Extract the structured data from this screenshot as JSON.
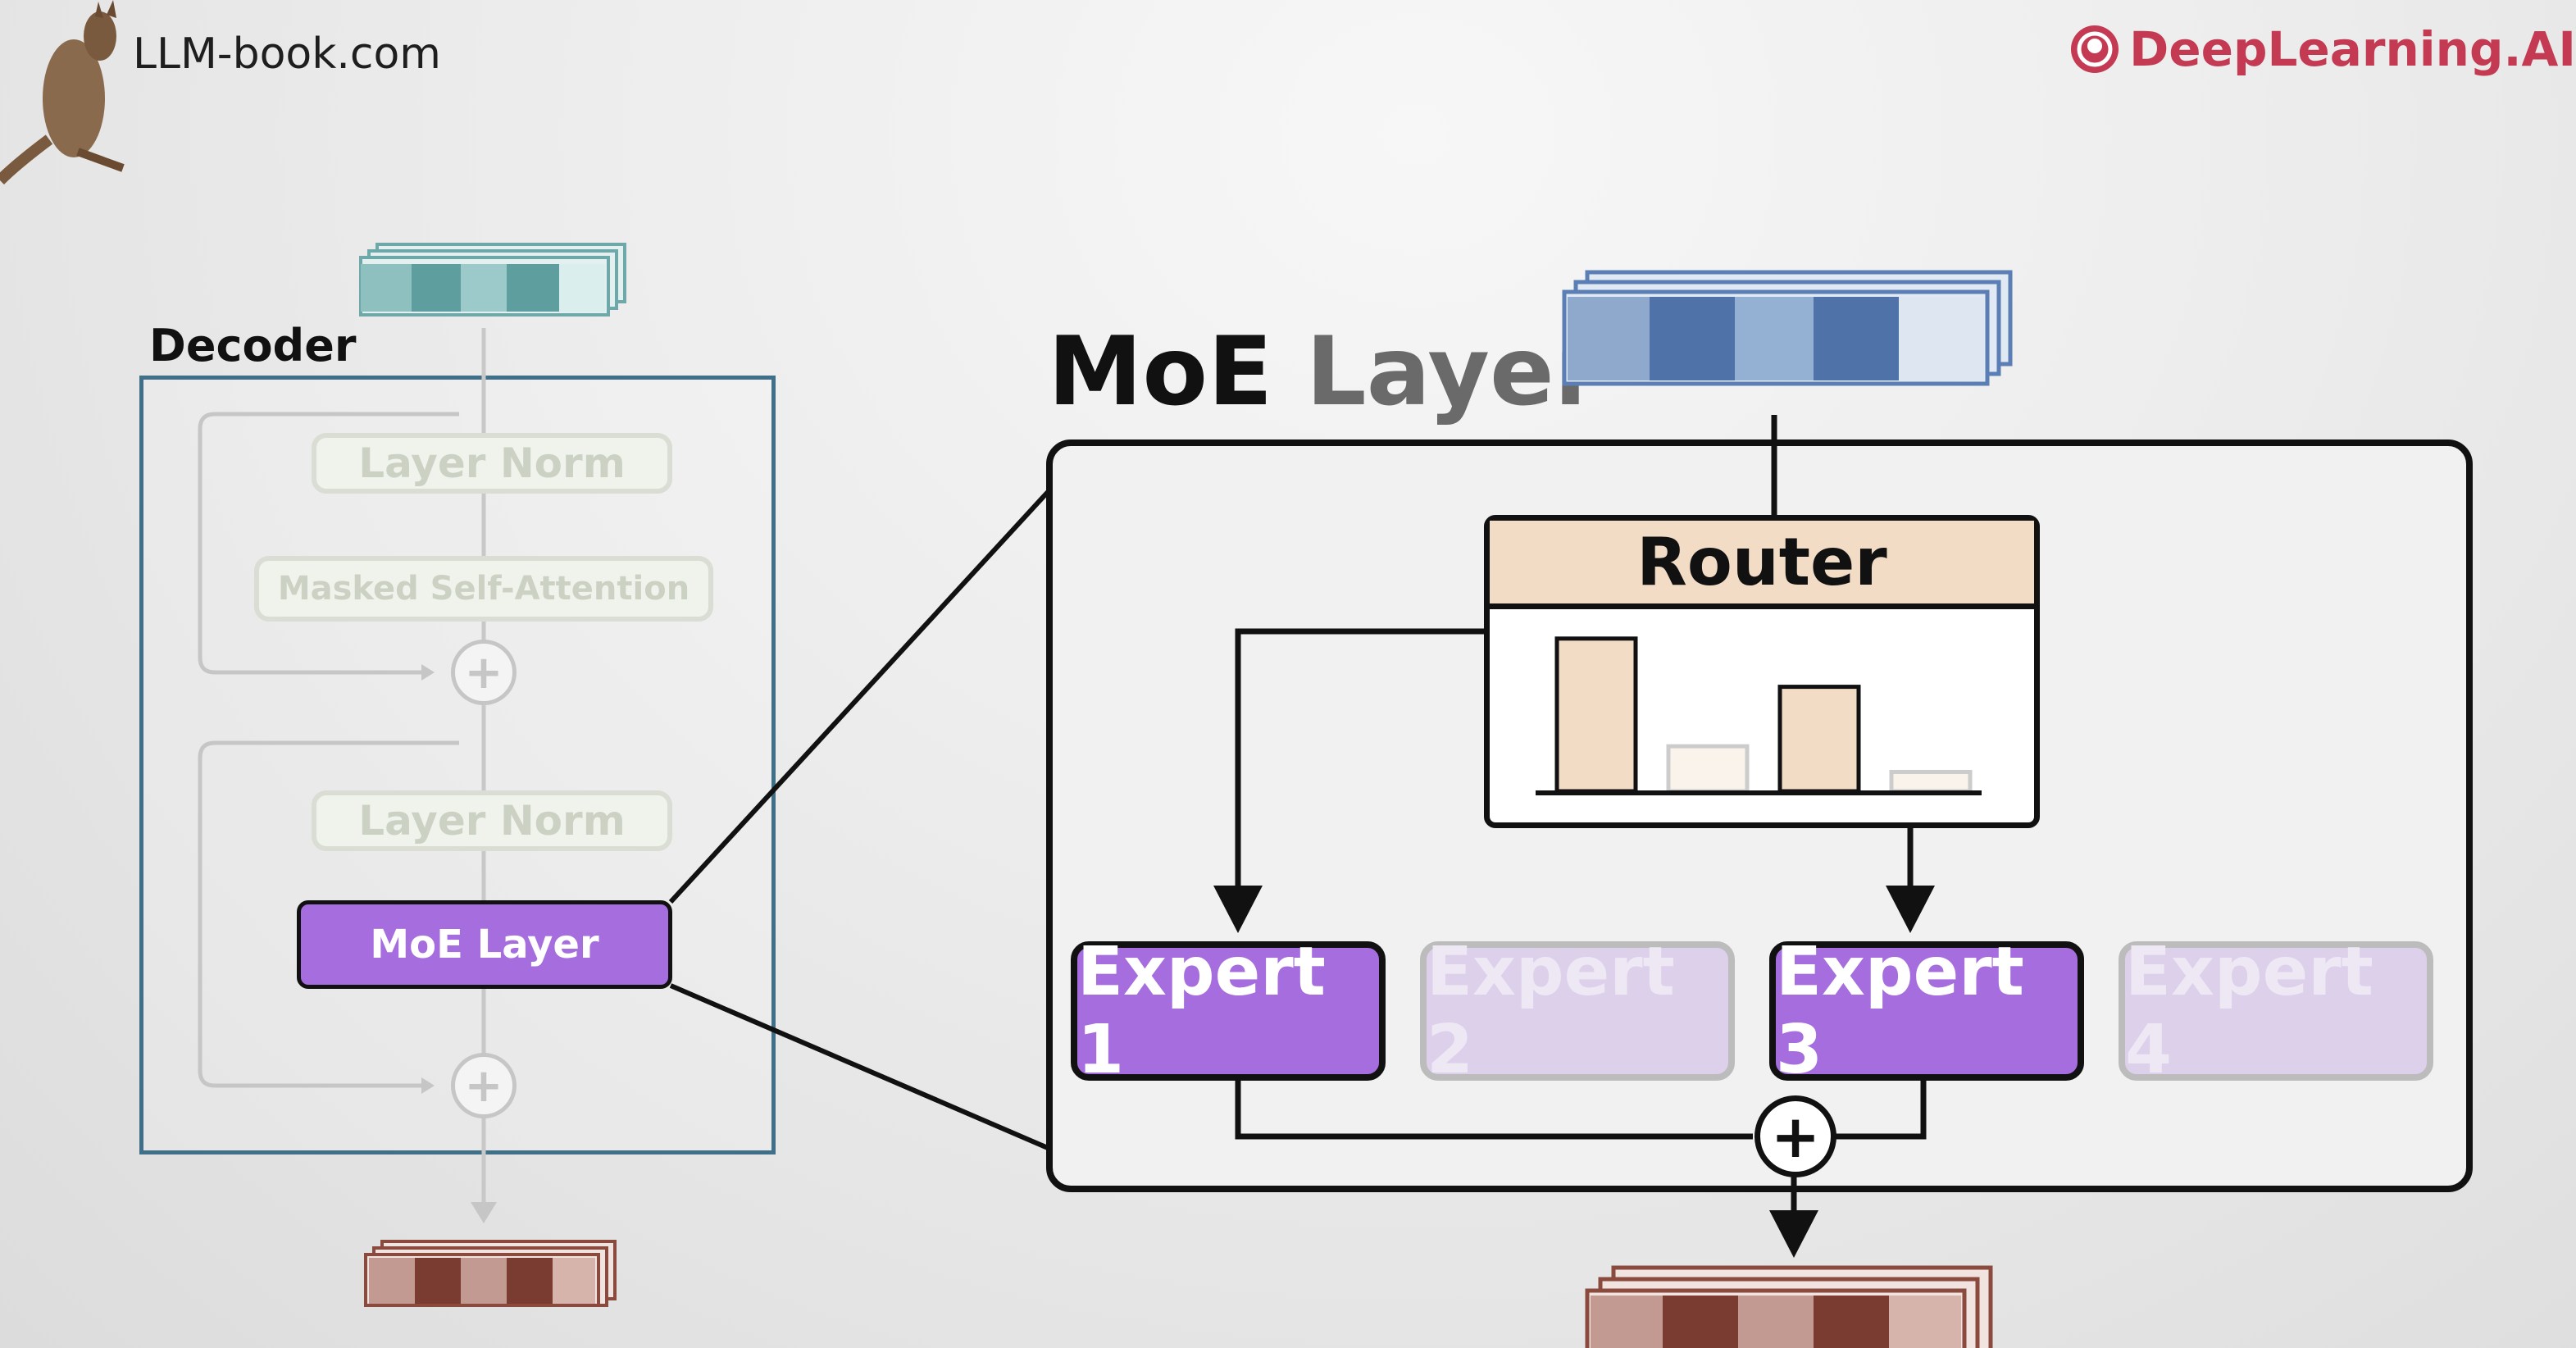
{
  "header": {
    "site_label": "LLM-book.com",
    "brand_label": "DeepLearning.AI",
    "brand_color": "#c33a52"
  },
  "decoder": {
    "title": "Decoder",
    "blocks": {
      "layer_norm_1": "Layer Norm",
      "masked_self_attention": "Masked Self-Attention",
      "layer_norm_2": "Layer Norm",
      "moe_layer": "MoE Layer"
    },
    "add_symbol": "+"
  },
  "moe_detail": {
    "title_part1": "MoE",
    "title_part2": "Layer",
    "router_label": "Router",
    "router_distribution": [
      0.95,
      0.28,
      0.65,
      0.12
    ],
    "experts": [
      {
        "label": "Expert 1",
        "selected": true
      },
      {
        "label": "Expert 2",
        "selected": false
      },
      {
        "label": "Expert 3",
        "selected": true
      },
      {
        "label": "Expert 4",
        "selected": false
      }
    ],
    "add_symbol": "+"
  },
  "colors": {
    "expert_active": "#a56ddd",
    "router_header": "#f2dcc6",
    "decoder_border": "#3f6f89",
    "input_token_small": "#6fa8a8",
    "input_token_large": "#5b7fb4",
    "output_token": "#8a4a3e"
  }
}
